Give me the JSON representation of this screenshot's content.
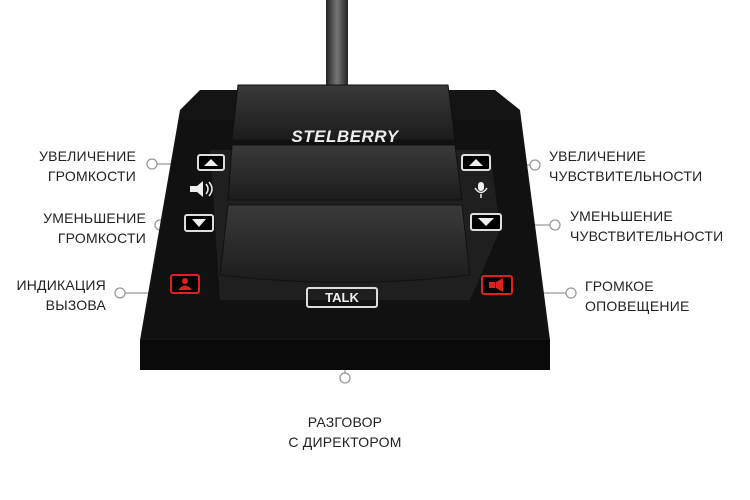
{
  "device": {
    "brand": "STELBERRY",
    "talk_button": "TALK"
  },
  "labels": {
    "volume_up": [
      "УВЕЛИЧЕНИЕ",
      "ГРОМКОСТИ"
    ],
    "volume_down": [
      "УМЕНЬШЕНИЕ",
      "ГРОМКОСТИ"
    ],
    "call_indicator": [
      "ИНДИКАЦИЯ",
      "ВЫЗОВА"
    ],
    "sensitivity_up": [
      "УВЕЛИЧЕНИЕ",
      "ЧУВСТВИТЕЛЬНОСТИ"
    ],
    "sensitivity_down": [
      "УМЕНЬШЕНИЕ",
      "ЧУВСТВИТЕЛЬНОСТИ"
    ],
    "loud_paging": [
      "ГРОМКОЕ",
      "ОПОВЕЩЕНИЕ"
    ],
    "talk_director": [
      "РАЗГОВОР",
      "С ДИРЕКТОРОМ"
    ]
  },
  "colors": {
    "body": "#1a1a1a",
    "accent_red": "#e02020",
    "line": "#888888"
  }
}
